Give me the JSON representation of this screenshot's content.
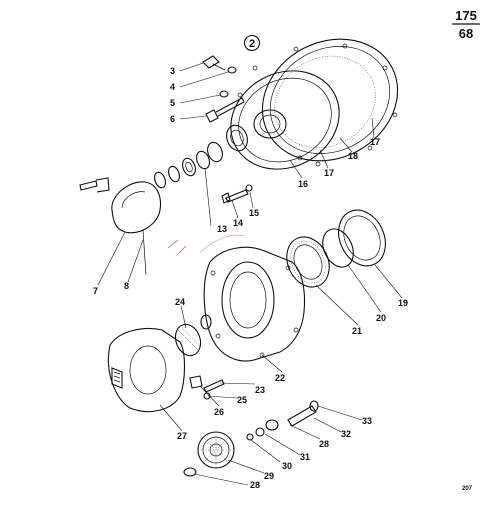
{
  "page_ref": {
    "top": "175",
    "bottom": "68"
  },
  "group_marker": "2",
  "figure_code": "207",
  "callouts": {
    "c3": "3",
    "c4": "4",
    "c5": "5",
    "c6": "6",
    "c7": "7",
    "c8": "8",
    "c13": "13",
    "c14": "14",
    "c15": "15",
    "c16": "16",
    "c17a": "17",
    "c17b": "17",
    "c18": "18",
    "c19": "19",
    "c20": "20",
    "c21": "21",
    "c22": "22",
    "c23": "23",
    "c24": "24",
    "c25": "25",
    "c26": "26",
    "c27": "27",
    "c28a": "28",
    "c28b": "28",
    "c29": "29",
    "c30": "30",
    "c31": "31",
    "c32": "32",
    "c33": "33"
  }
}
